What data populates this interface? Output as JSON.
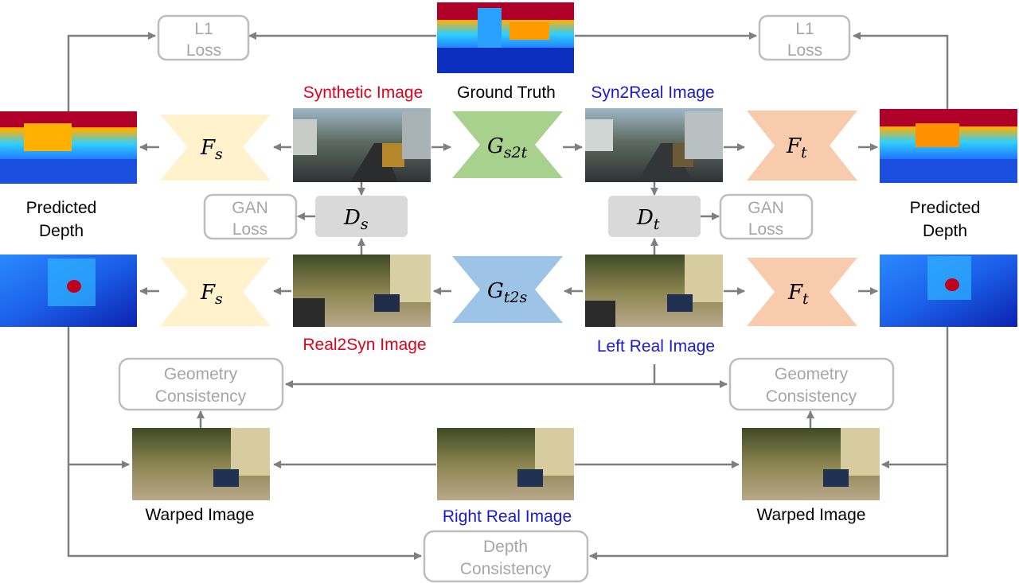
{
  "labels": {
    "synthetic_image": "Synthetic Image",
    "ground_truth": "Ground Truth",
    "syn2real_image": "Syn2Real Image",
    "real2syn_image": "Real2Syn Image",
    "left_real_image": "Left Real Image",
    "right_real_image": "Right Real Image",
    "warped_image_left": "Warped Image",
    "warped_image_right": "Warped Image",
    "predicted_depth_left": [
      "Predicted",
      "Depth"
    ],
    "predicted_depth_right": [
      "Predicted",
      "Depth"
    ]
  },
  "loss_boxes": {
    "l1_left": [
      "L1",
      "Loss"
    ],
    "l1_right": [
      "L1",
      "Loss"
    ],
    "gan_left": [
      "GAN",
      "Loss"
    ],
    "gan_right": [
      "GAN",
      "Loss"
    ],
    "geometry_left": [
      "Geometry",
      "Consistency"
    ],
    "geometry_right": [
      "Geometry",
      "Consistency"
    ],
    "depth": [
      "Depth",
      "Consistency"
    ]
  },
  "networks": {
    "fs_top": {
      "base": "F",
      "sub": "s"
    },
    "fs_bottom": {
      "base": "F",
      "sub": "s"
    },
    "ft_top": {
      "base": "F",
      "sub": "t"
    },
    "ft_bottom": {
      "base": "F",
      "sub": "t"
    },
    "g_s2t": {
      "base": "G",
      "sub": "s2t"
    },
    "g_t2s": {
      "base": "G",
      "sub": "t2s"
    },
    "d_s": {
      "base": "D",
      "sub": "s"
    },
    "d_t": {
      "base": "D",
      "sub": "t"
    }
  },
  "colors": {
    "red_label": "#e0001b",
    "blue_label": "#1a1ad6",
    "fs_fill": "#fff2cc",
    "g_s2t_fill": "#a9d18e",
    "g_t2s_fill": "#9dc3e6",
    "ft_fill": "#f8cbad",
    "discriminator_fill": "#d9d9d9",
    "loss_text": "#a6a6a6",
    "arrow": "#7f7f7f"
  }
}
